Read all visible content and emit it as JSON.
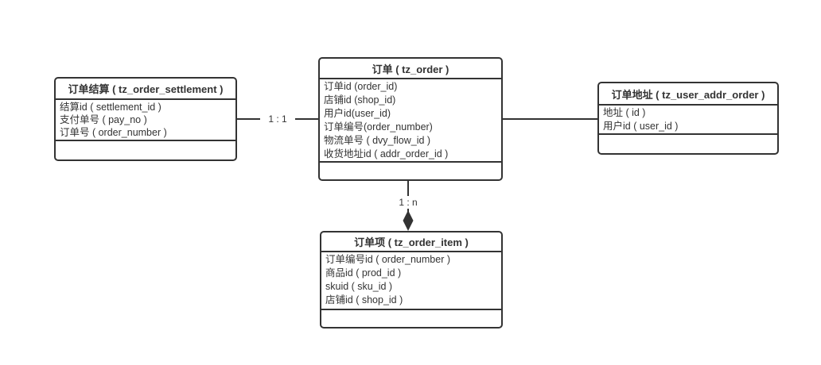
{
  "diagram": {
    "type": "entity-relationship",
    "colors": {
      "border": "#333333",
      "text": "#333333",
      "fill": "#ffffff",
      "background": "#ffffff"
    },
    "entities": [
      {
        "id": "tz_order_settlement",
        "title": "订单结算 ( tz_order_settlement )",
        "fields": [
          "结算id ( settlement_id )",
          "支付单号 ( pay_no )",
          "订单号 ( order_number )"
        ]
      },
      {
        "id": "tz_order",
        "title": "订单 ( tz_order )",
        "fields": [
          "订单id (order_id)",
          "店铺id (shop_id)",
          "用户id(user_id)",
          "订单编号(order_number)",
          "物流单号 ( dvy_flow_id )",
          "收货地址id ( addr_order_id )"
        ]
      },
      {
        "id": "tz_user_addr_order",
        "title": "订单地址 ( tz_user_addr_order )",
        "fields": [
          "地址 ( id )",
          "用户id ( user_id )"
        ]
      },
      {
        "id": "tz_order_item",
        "title": "订单项 ( tz_order_item )",
        "fields": [
          "订单编号id ( order_number )",
          "商品id ( prod_id )",
          "skuid ( sku_id )",
          "店铺id ( shop_id )"
        ]
      }
    ],
    "connectors": [
      {
        "from": "tz_order_settlement",
        "to": "tz_order",
        "label": "1 : 1",
        "end_marker": "none"
      },
      {
        "from": "tz_order",
        "to": "tz_user_addr_order",
        "label": "",
        "end_marker": "none"
      },
      {
        "from": "tz_order",
        "to": "tz_order_item",
        "label": "1 : n",
        "end_marker": "filled-diamond"
      }
    ]
  }
}
